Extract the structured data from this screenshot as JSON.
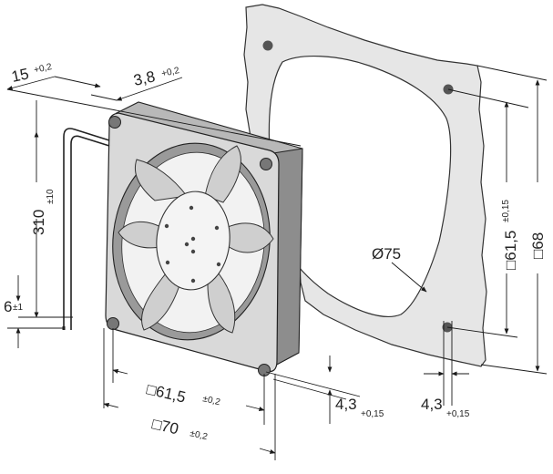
{
  "dimensions": {
    "d15": {
      "value": "15",
      "tol": "+0,2"
    },
    "d38": {
      "value": "3,8",
      "tol": "+0,2"
    },
    "d310": {
      "value": "310",
      "tol": "±10"
    },
    "d6": {
      "value": "6",
      "tol": "±1"
    },
    "d615_bottom": {
      "value": "□61,5",
      "tol": "±0,2"
    },
    "d70": {
      "value": "□70",
      "tol": "±0,2"
    },
    "d43_left": {
      "value": "4,3",
      "tol": "+0,15"
    },
    "d43_right": {
      "value": "4,3",
      "tol": "+0,15"
    },
    "d75": {
      "value": "Ø75"
    },
    "d615_right": {
      "value": "□61,5",
      "tol": "±0,15"
    },
    "d68": {
      "value": "□68"
    }
  },
  "colors": {
    "frame": "#d9d9d9",
    "frame_dark": "#9a9a9a",
    "blade": "#cfcfcf",
    "gasket": "#e6e6e6",
    "ink": "#1a1a1a"
  }
}
